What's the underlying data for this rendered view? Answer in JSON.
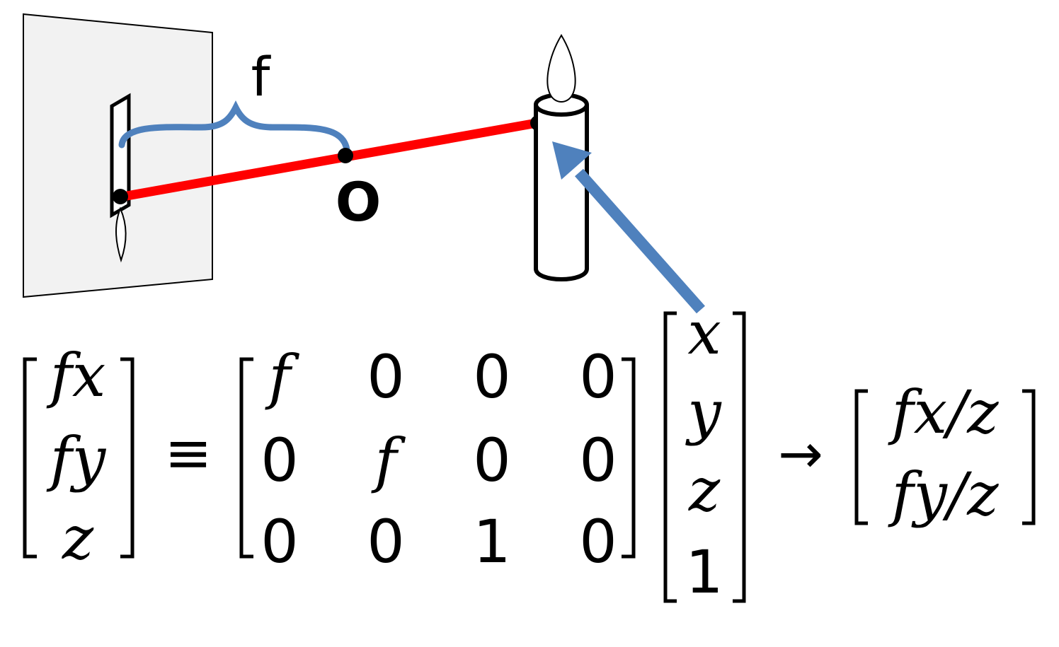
{
  "diagram": {
    "focal_label": "f",
    "origin_label": "O",
    "colors": {
      "ray": "#ff0000",
      "arrow": "#4f81bd",
      "brace": "#4f81bd",
      "image_plane": "#f2f2f2",
      "ink": "#000000"
    }
  },
  "equation": {
    "lhs": [
      "fx",
      "fy",
      "z"
    ],
    "equiv": "≡",
    "matrix": [
      [
        "f",
        "0",
        "0",
        "0"
      ],
      [
        "0",
        "f",
        "0",
        "0"
      ],
      [
        "0",
        "0",
        "1",
        "0"
      ]
    ],
    "vector": [
      "x",
      "y",
      "z",
      "1"
    ],
    "arrow": "→",
    "result": [
      "fx/z",
      "fy/z"
    ]
  }
}
